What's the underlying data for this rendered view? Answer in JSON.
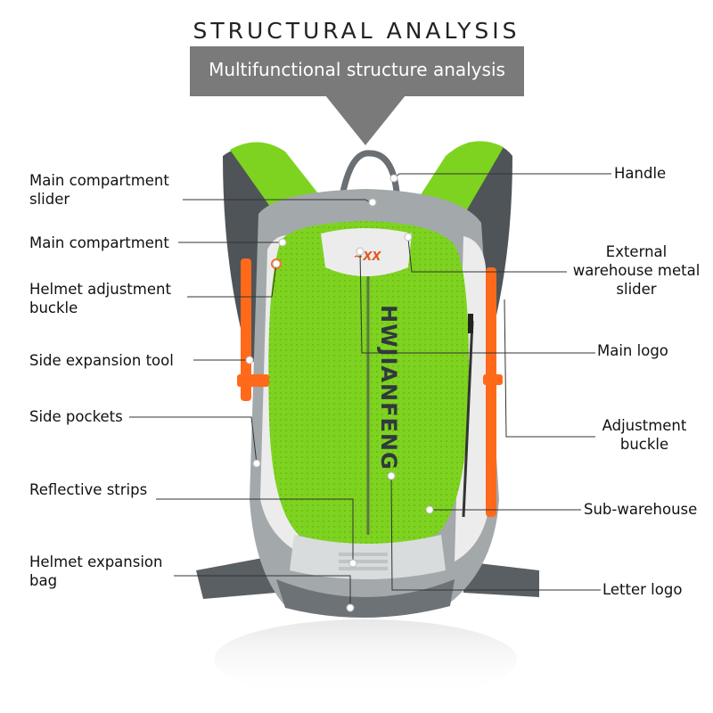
{
  "header": {
    "title": "STRUCTURAL ANALYSIS",
    "subtitle": "Multifunctional structure analysis"
  },
  "backpack": {
    "brand_vertical": "HWJIANFENG",
    "colors": {
      "body": "#7ed321",
      "trim": "#9aa0a3",
      "panel": "#e9e9ea",
      "accent": "#ff6a1a",
      "strap": "#555a5e"
    }
  },
  "labels": {
    "left": [
      {
        "id": "main-compartment-slider",
        "text_lines": [
          "Main compartment",
          "slider"
        ]
      },
      {
        "id": "main-compartment",
        "text_lines": [
          "Main compartment"
        ]
      },
      {
        "id": "helmet-adjustment-buckle",
        "text_lines": [
          "Helmet adjustment",
          "buckle"
        ]
      },
      {
        "id": "side-expansion-tool",
        "text_lines": [
          "Side expansion tool"
        ]
      },
      {
        "id": "side-pockets",
        "text_lines": [
          "Side pockets"
        ]
      },
      {
        "id": "reflective-strips",
        "text_lines": [
          "Reflective strips"
        ]
      },
      {
        "id": "helmet-expansion-bag",
        "text_lines": [
          "Helmet expansion",
          "bag"
        ]
      }
    ],
    "right": [
      {
        "id": "handle",
        "text_lines": [
          "Handle"
        ]
      },
      {
        "id": "external-warehouse-metal-slider",
        "text_lines": [
          "External",
          "warehouse metal",
          "slider"
        ]
      },
      {
        "id": "main-logo",
        "text_lines": [
          "Main logo"
        ]
      },
      {
        "id": "adjustment-buckle",
        "text_lines": [
          "Adjustment",
          "buckle"
        ]
      },
      {
        "id": "sub-warehouse",
        "text_lines": [
          "Sub-warehouse"
        ]
      },
      {
        "id": "letter-logo",
        "text_lines": [
          "Letter logo"
        ]
      }
    ]
  }
}
